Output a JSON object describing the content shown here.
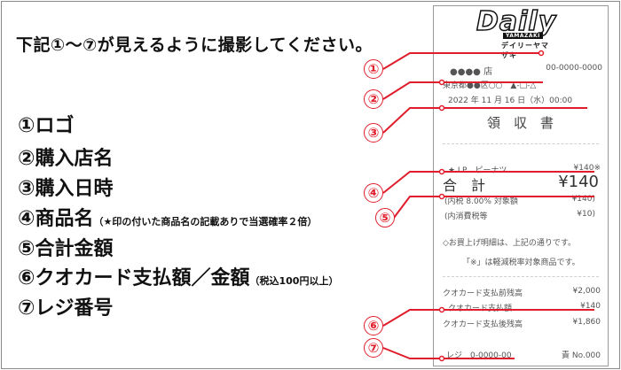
{
  "instruction": "下記①〜⑦が見えるように撮影してください。",
  "items": [
    {
      "num": "①",
      "label": "ロゴ",
      "note": ""
    },
    {
      "num": "②",
      "label": "購入店名",
      "note": ""
    },
    {
      "num": "③",
      "label": "購入日時",
      "note": ""
    },
    {
      "num": "④",
      "label": "商品名",
      "note": "（★印の付いた商品名の記載ありで当選確率２倍）"
    },
    {
      "num": "⑤",
      "label": "合計金額",
      "note": ""
    },
    {
      "num": "⑥",
      "label": "クオカード支払額／金額",
      "note": "（税込100円以上）"
    },
    {
      "num": "⑦",
      "label": "レジ番号",
      "note": ""
    }
  ],
  "badges": [
    "①",
    "②",
    "③",
    "④",
    "⑤",
    "⑥",
    "⑦"
  ],
  "receipt": {
    "logo_main": "Daily",
    "logo_sub1": "YAMAZAKI",
    "logo_sub2": "デイリーヤマザキ",
    "store_name": "●●●● 店",
    "phone": "00-0000-0000",
    "address": "東京都●●区○○　▲-□-△",
    "datetime": "2022 年 11 月 16 日（水）00:00",
    "title": "領　収　書",
    "product_name": "★ LP　ピーナツ",
    "product_price": "¥140※",
    "total_label": "合　計",
    "total_value": "¥140",
    "tax_label": "(内税 8.00% 対象額",
    "tax_value": "¥140)",
    "consumption_label": "(内消費税等",
    "consumption_value": "¥10)",
    "note1": "◇お買上げ明細は、上記の通りです。",
    "note2": "「※」は軽減税率対象商品です。",
    "quo_before_label": "クオカード支払前残高",
    "quo_before_value": "¥2,000",
    "quo_paid_label": "クオカード支払額",
    "quo_paid_value": "¥140",
    "quo_after_label": "クオカード支払後残高",
    "quo_after_value": "¥1,860",
    "register": "レジ　0-0000-00",
    "responsible": "責 No.000"
  },
  "colors": {
    "accent": "#e01d2b"
  }
}
